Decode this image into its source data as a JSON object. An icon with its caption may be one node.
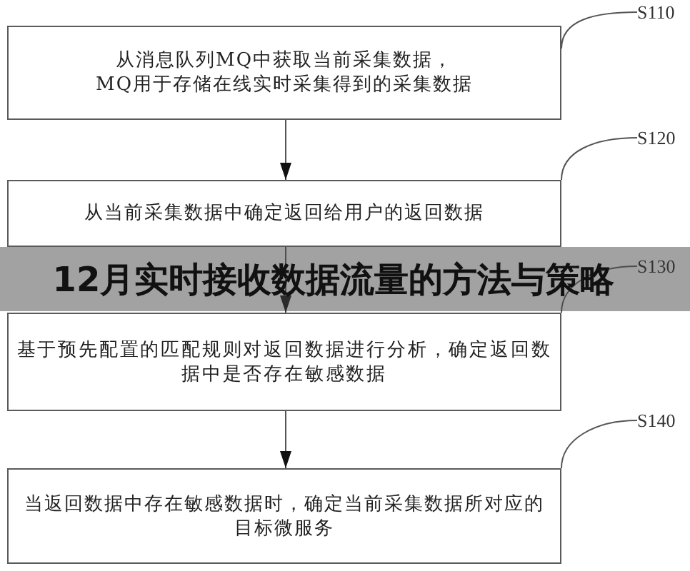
{
  "diagram": {
    "title": "12月实时接收数据流量的方法与策略",
    "nodes": [
      {
        "text": [
          "S110"
        ]
      },
      {
        "text": [
          "从消息队列MQ中获取当前采集数据，MQ用于存储在线实时采集得到的采集数据"
        ]
      },
      {
        "text": [
          "S120"
        ]
      },
      {
        "text": [
          "从当前采集数据中确定返回给用户的返回数据"
        ]
      },
      {
        "text": [
          "S130"
        ]
      },
      {
        "text": [
          "基于预先配置的匹配规则对返回数据进行分析，确定返回数据中是否存在敏感数据"
        ]
      },
      {
        "text": [
          "S140"
        ]
      },
      {
        "text": [
          "当返回数据中存在敏感数据时，确定当前采集数据所对应的目标微服务"
        ]
      }
    ],
    "edges": [
      {
        "from": 1,
        "to": 3,
        "arrow": "to"
      },
      {
        "from": 3,
        "to": 5,
        "arrow": "to"
      },
      {
        "from": 5,
        "to": 7,
        "arrow": "to"
      },
      {
        "from": 0,
        "to": 1,
        "arrow": "none"
      },
      {
        "from": 2,
        "to": 3,
        "arrow": "none"
      },
      {
        "from": 4,
        "to": 5,
        "arrow": "none"
      },
      {
        "from": 6,
        "to": 7,
        "arrow": "none"
      }
    ]
  }
}
